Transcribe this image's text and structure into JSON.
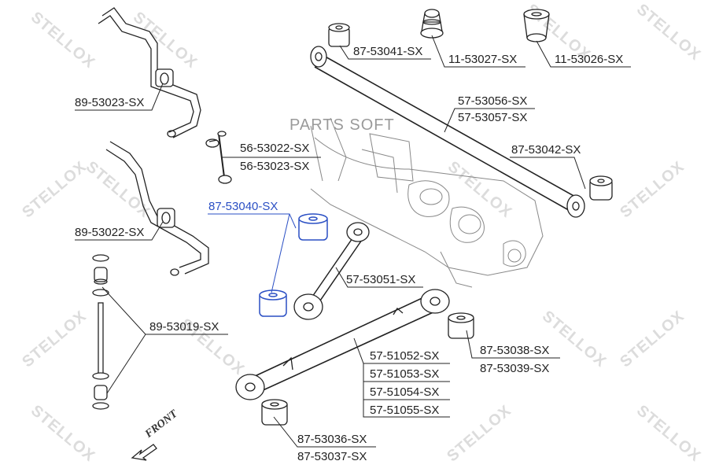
{
  "watermark": {
    "text": "STELLOX"
  },
  "brand_overlay": "PARTS SOFT",
  "front_marker": {
    "label": "FRONT"
  },
  "colors": {
    "highlight": "#2a4fc4",
    "line": "#222222",
    "watermark": "#dcdcdc"
  },
  "labels": {
    "l_89_53023": "89-53023-SX",
    "l_89_53022": "89-53022-SX",
    "l_89_53019": "89-53019-SX",
    "l_87_53041": "87-53041-SX",
    "l_11_53027": "11-53027-SX",
    "l_11_53026": "11-53026-SX",
    "l_57_53056": "57-53056-SX",
    "l_57_53057": "57-53057-SX",
    "l_87_53042": "87-53042-SX",
    "l_56_53022": "56-53022-SX",
    "l_56_53023": "56-53023-SX",
    "l_87_53040": "87-53040-SX",
    "l_57_53051": "57-53051-SX",
    "l_57_51052": "57-51052-SX",
    "l_57_51053": "57-51053-SX",
    "l_57_51054": "57-51054-SX",
    "l_57_51055": "57-51055-SX",
    "l_87_53038": "87-53038-SX",
    "l_87_53039": "87-53039-SX",
    "l_87_53036": "87-53036-SX",
    "l_87_53037": "87-53037-SX"
  }
}
